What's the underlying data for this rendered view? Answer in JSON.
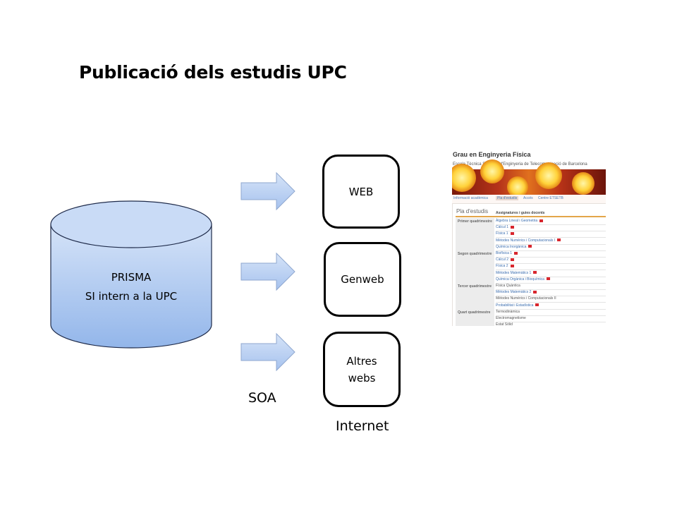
{
  "title": "Publicació dels estudis UPC",
  "database": {
    "line1": "PRISMA",
    "line2": "SI intern a la UPC"
  },
  "targets": [
    {
      "label": "WEB"
    },
    {
      "label": "Genweb"
    },
    {
      "label": "Altres webs"
    }
  ],
  "soa_label": "SOA",
  "internet_label": "Internet",
  "colors": {
    "cylinder_top": "#c6d9f5",
    "cylinder_bottom": "#9fbfec",
    "arrow": "#b7cff3",
    "banner": "#b5321a",
    "link": "#3d6fb0"
  },
  "screenshot": {
    "title": "Grau en Enginyeria Física",
    "subtitle": "Escola Tècnica Superior d'Enginyeria de Telecomunicació de Barcelona",
    "tabs": [
      "Informació acadèmica",
      "Pla d'estudis",
      "Accés",
      "Centre ETSETB"
    ],
    "selected_tab": "Pla d'estudis",
    "panel_title": "Pla d'estudis",
    "table_header": "Assignatures i guies docents",
    "sections": [
      {
        "name": "Primer quadrimestre",
        "rows": [
          {
            "text": "Àlgebra Lineal i Geometria",
            "pdf": true,
            "link": true
          },
          {
            "text": "Càlcul 1",
            "pdf": true,
            "link": true
          },
          {
            "text": "Física 1",
            "pdf": true,
            "link": true
          },
          {
            "text": "Mètodes Numèrics i Computacionals I",
            "pdf": true,
            "link": true
          },
          {
            "text": "Química Inorgànica",
            "pdf": true,
            "link": true
          }
        ]
      },
      {
        "name": "Segon quadrimestre",
        "rows": [
          {
            "text": "Biofísica 1",
            "pdf": true,
            "link": true
          },
          {
            "text": "Càlcul 2",
            "pdf": true,
            "link": true
          },
          {
            "text": "Física 2",
            "pdf": true,
            "link": true
          },
          {
            "text": "Mètodes Matemàtics 1",
            "pdf": true,
            "link": true
          },
          {
            "text": "Química Orgànica i Bioquímica",
            "pdf": true,
            "link": true
          }
        ]
      },
      {
        "name": "Tercer quadrimestre",
        "rows": [
          {
            "text": "Física Quàntica",
            "pdf": false,
            "link": false
          },
          {
            "text": "Mètodes Matemàtics 2",
            "pdf": true,
            "link": true
          },
          {
            "text": "Mètodes Numèrics i Computacionals II",
            "pdf": false,
            "link": false
          },
          {
            "text": "Probabilitat i Estadística",
            "pdf": true,
            "link": true
          }
        ]
      },
      {
        "name": "Quart quadrimestre",
        "rows": [
          {
            "text": "Termodinàmica",
            "pdf": false,
            "link": false
          },
          {
            "text": "Electromagnetisme",
            "pdf": false,
            "link": false
          },
          {
            "text": "Estat Sòlid",
            "pdf": false,
            "link": false
          }
        ]
      }
    ]
  }
}
